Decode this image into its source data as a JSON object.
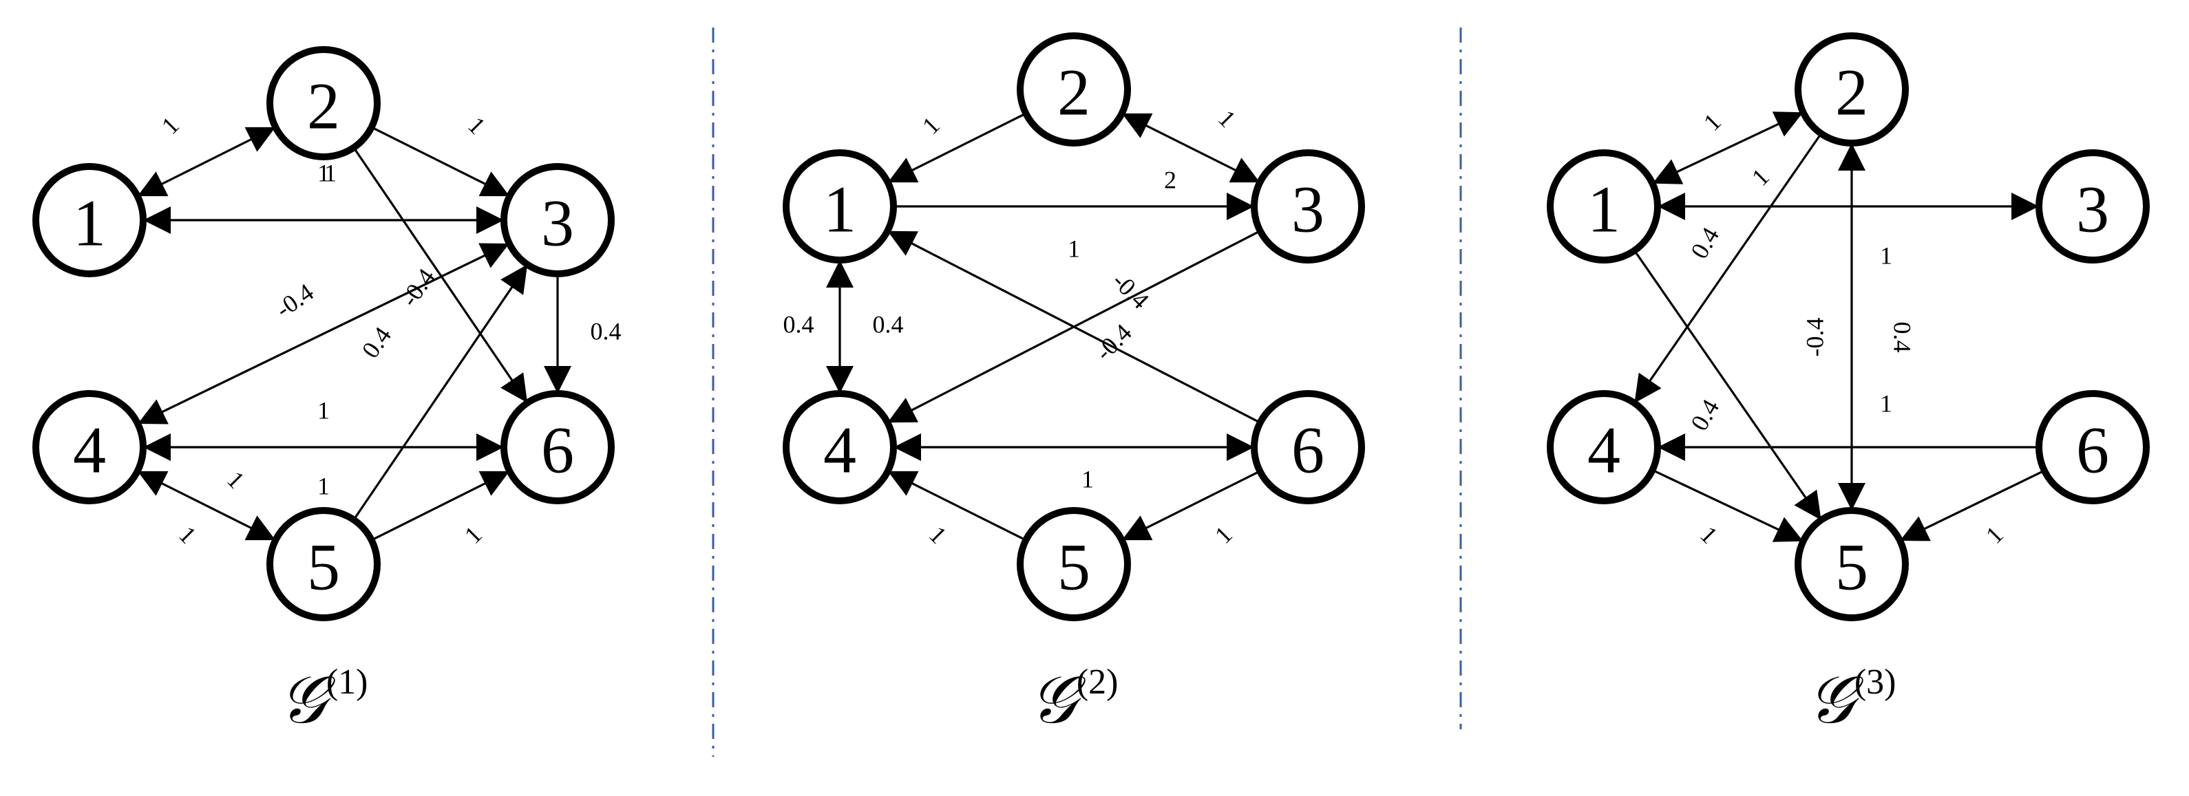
{
  "graphs": [
    {
      "id": "g1",
      "caption": {
        "symbol": "𝒢",
        "superscript": "(1)"
      },
      "nodes": [
        "1",
        "2",
        "3",
        "4",
        "5",
        "6"
      ],
      "edges": [
        {
          "from": "1",
          "to": "2",
          "label": "1",
          "bidir": true
        },
        {
          "from": "1",
          "to": "3",
          "label": "1",
          "bidir": true
        },
        {
          "from": "2",
          "to": "3",
          "label": "1",
          "bidir": false
        },
        {
          "from": "2",
          "to": "6",
          "label": "",
          "bidir": false
        },
        {
          "from": "3",
          "to": "6",
          "label": "0.4",
          "bidir": false
        },
        {
          "from": "4",
          "to": "3",
          "label": "-0.4",
          "bidir": true
        },
        {
          "from": "5",
          "to": "3",
          "label": "0.4",
          "bidir": false
        },
        {
          "from": "4",
          "to": "6",
          "label": "1",
          "bidir": true
        },
        {
          "from": "4",
          "to": "5",
          "label": "1",
          "bidir": true
        },
        {
          "from": "5",
          "to": "6",
          "label": "1",
          "bidir": false
        }
      ],
      "extra_labels": [
        "-0.4",
        "1",
        "1",
        "1"
      ]
    },
    {
      "id": "g2",
      "caption": {
        "symbol": "𝒢",
        "superscript": "(2)"
      },
      "nodes": [
        "1",
        "2",
        "3",
        "4",
        "5",
        "6"
      ],
      "edges": [
        {
          "from": "2",
          "to": "1",
          "label": "1",
          "bidir": false
        },
        {
          "from": "2",
          "to": "3",
          "label": "1",
          "bidir": true
        },
        {
          "from": "1",
          "to": "3",
          "label": "2",
          "bidir": false
        },
        {
          "from": "6",
          "to": "1",
          "label": "-0.4",
          "bidir": false
        },
        {
          "from": "3",
          "to": "4",
          "label": "-0.4",
          "bidir": false
        },
        {
          "from": "1",
          "to": "4",
          "label": "0.4",
          "bidir": true
        },
        {
          "from": "4",
          "to": "6",
          "label": "1",
          "bidir": true
        },
        {
          "from": "5",
          "to": "4",
          "label": "1",
          "bidir": false
        },
        {
          "from": "6",
          "to": "5",
          "label": "1",
          "bidir": false
        }
      ],
      "extra_labels": [
        "0.4",
        "1"
      ]
    },
    {
      "id": "g3",
      "caption": {
        "symbol": "𝒢",
        "superscript": "(3)"
      },
      "nodes": [
        "1",
        "2",
        "3",
        "4",
        "5",
        "6"
      ],
      "edges": [
        {
          "from": "1",
          "to": "2",
          "label": "1",
          "bidir": true
        },
        {
          "from": "1",
          "to": "3",
          "label": "1",
          "bidir": true
        },
        {
          "from": "2",
          "to": "4",
          "label": "0.4",
          "bidir": false
        },
        {
          "from": "1",
          "to": "5",
          "label": "",
          "bidir": false
        },
        {
          "from": "2",
          "to": "5",
          "label": "1",
          "bidir": true
        },
        {
          "from": "6",
          "to": "4",
          "label": "0.4",
          "bidir": false
        },
        {
          "from": "4",
          "to": "5",
          "label": "1",
          "bidir": false
        },
        {
          "from": "6",
          "to": "5",
          "label": "1",
          "bidir": false
        }
      ],
      "extra_labels": [
        "-0.4",
        "0.4",
        "1"
      ]
    }
  ]
}
